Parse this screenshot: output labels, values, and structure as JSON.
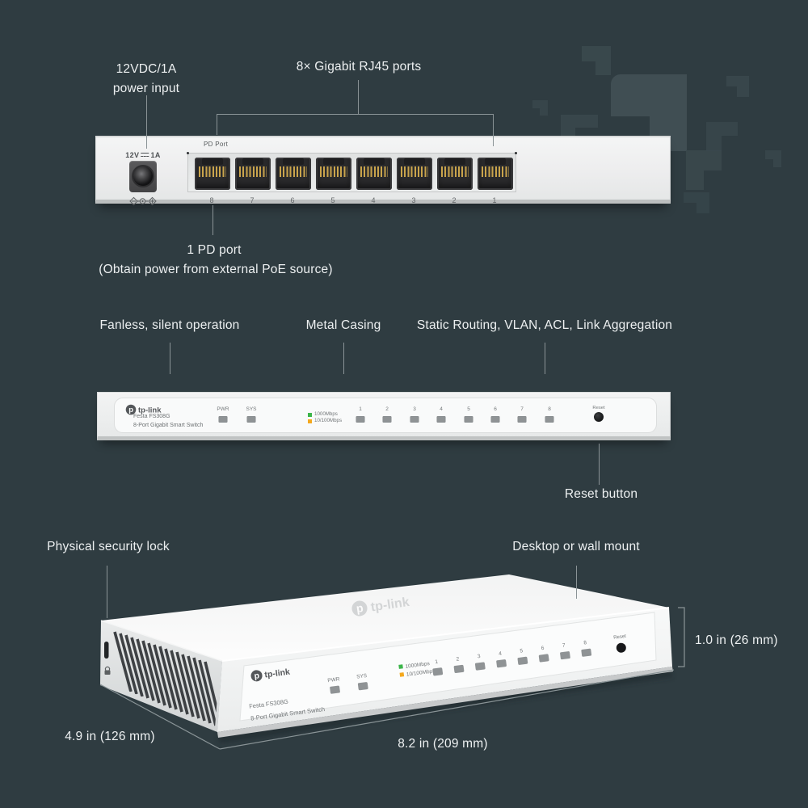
{
  "canvas": {
    "bg": "#2f3c41",
    "decor_color": "#3b494e"
  },
  "callouts": {
    "power": {
      "line1": "12VDC/1A",
      "line2": "power input"
    },
    "rj45_ports": "8× Gigabit RJ45 ports",
    "pd_port": {
      "title": "1 PD port",
      "subtitle": "(Obtain power from external PoE source)"
    },
    "fanless": "Fanless, silent operation",
    "metal_casing": "Metal Casing",
    "features": "Static Routing, VLAN, ACL, Link Aggregation",
    "reset_button": "Reset button",
    "security_lock": "Physical security lock",
    "mount": "Desktop or wall mount"
  },
  "back_view": {
    "jack_label_prefix": "12V",
    "jack_label_suffix": "1A",
    "pd_port_label": "PD Port",
    "port_numbers": [
      "8",
      "7",
      "6",
      "5",
      "4",
      "3",
      "2",
      "1"
    ]
  },
  "front_panel": {
    "brand": "tp-link",
    "model": "Festa FS308G",
    "product": "8-Port Gigabit Smart Switch",
    "led_pwr": "PWR",
    "led_sys": "SYS",
    "legend": [
      {
        "color": "#3cb54a",
        "label": "1000Mbps"
      },
      {
        "color": "#f4a81d",
        "label": "10/100Mbps"
      }
    ],
    "port_numbers": [
      "1",
      "2",
      "3",
      "4",
      "5",
      "6",
      "7",
      "8"
    ],
    "reset_label": "Reset"
  },
  "dimensions": {
    "height": "1.0 in (26 mm)",
    "depth": "4.9 in (126 mm)",
    "width": "8.2 in (209 mm)"
  },
  "icons": {
    "dc_symbol_icon": "solid-over-dashed DC symbol",
    "power_polarity_icon": "center-positive polarity diagram",
    "kensington_lock_icon": "padlock",
    "brand_logo_icon": "tp-link ball"
  }
}
